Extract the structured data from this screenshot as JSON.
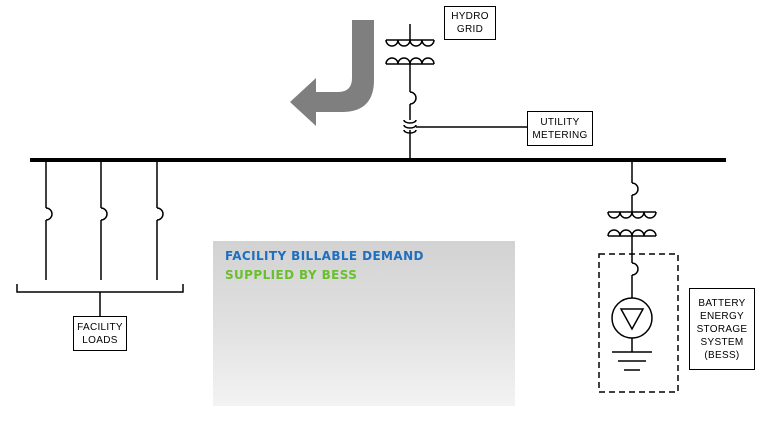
{
  "labels": {
    "hydro_grid": [
      "HYDRO",
      "GRID"
    ],
    "utility_metering": [
      "UTILITY",
      "METERING"
    ],
    "facility_loads": [
      "FACILITY",
      "LOADS"
    ],
    "bess": [
      "BATTERY",
      "ENERGY",
      "STORAGE",
      "SYSTEM",
      "(BESS)"
    ]
  },
  "demand_panel": {
    "line1": "FACILITY  BILLABLE  DEMAND",
    "line2": "SUPPLIED  BY  BESS"
  },
  "colors": {
    "line1": "#1f6fc0",
    "line2": "#6abf2d",
    "arrow": "#7f7f7f",
    "wire": "#000000"
  },
  "icons": {
    "flow_arrow": "curved-down-left-arrow",
    "transformer": "transformer-symbol",
    "breaker": "breaker-symbol",
    "ground": "ground-symbol",
    "source": "current-source-symbol"
  }
}
